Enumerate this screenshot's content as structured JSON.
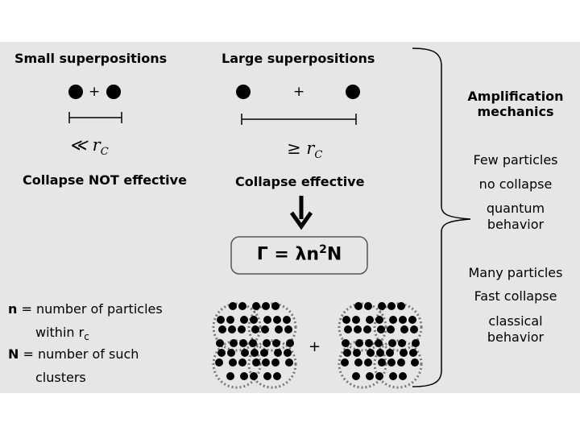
{
  "small": {
    "title": "Small superpositions",
    "plus": "+",
    "separation": "≪ r",
    "separation_sub": "C",
    "verdict": "Collapse NOT effective"
  },
  "large": {
    "title": "Large superpositions",
    "plus": "+",
    "separation": "≥ r",
    "separation_sub": "C",
    "verdict": "Collapse effective"
  },
  "formula": {
    "gamma": "Γ = λn",
    "power": "2",
    "tail": "N"
  },
  "legend": {
    "n_symbol": "n",
    "n_text": " = number of particles",
    "n_text2": "within r",
    "n_sub": "c",
    "N_symbol": "N",
    "N_text": " = number of such",
    "N_text2": "clusters"
  },
  "clusters_plus": "+",
  "amplification": {
    "title_line1": "Amplification",
    "title_line2": "mechanics",
    "few_line1": "Few particles",
    "few_line2": "no collapse",
    "few_line3": "quantum",
    "few_line4": "behavior",
    "many_line1": "Many particles",
    "many_line2": "Fast collapse",
    "many_line3": "classical",
    "many_line4": "behavior"
  }
}
